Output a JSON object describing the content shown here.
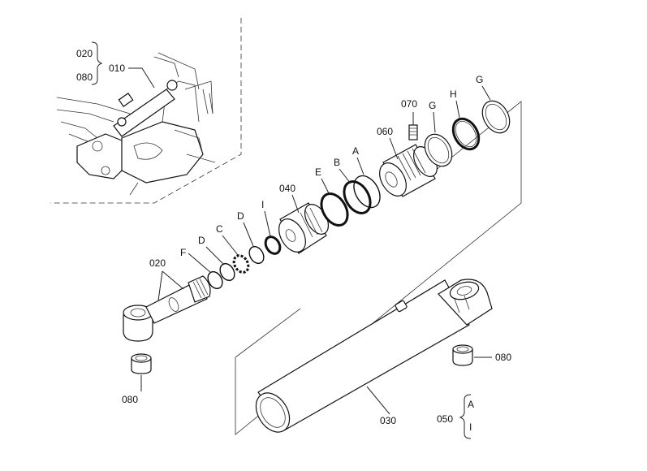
{
  "labels": {
    "inset_range_top": "020",
    "inset_range_bottom": "080",
    "inset_main": "010",
    "rod_end": "020",
    "bushing_left": "080",
    "bushing_right": "080",
    "tube": "030",
    "kit": "050",
    "kit_range_top": "A",
    "kit_range_bottom": "I",
    "piston_040": "040",
    "piston_060": "060",
    "screw_070": "070",
    "seal_F": "F",
    "seal_D1": "D",
    "seal_C": "C",
    "seal_D2": "D",
    "seal_I": "I",
    "seal_E": "E",
    "seal_B": "B",
    "seal_A": "A",
    "seal_G1": "G",
    "seal_H": "H",
    "seal_G2": "G"
  }
}
